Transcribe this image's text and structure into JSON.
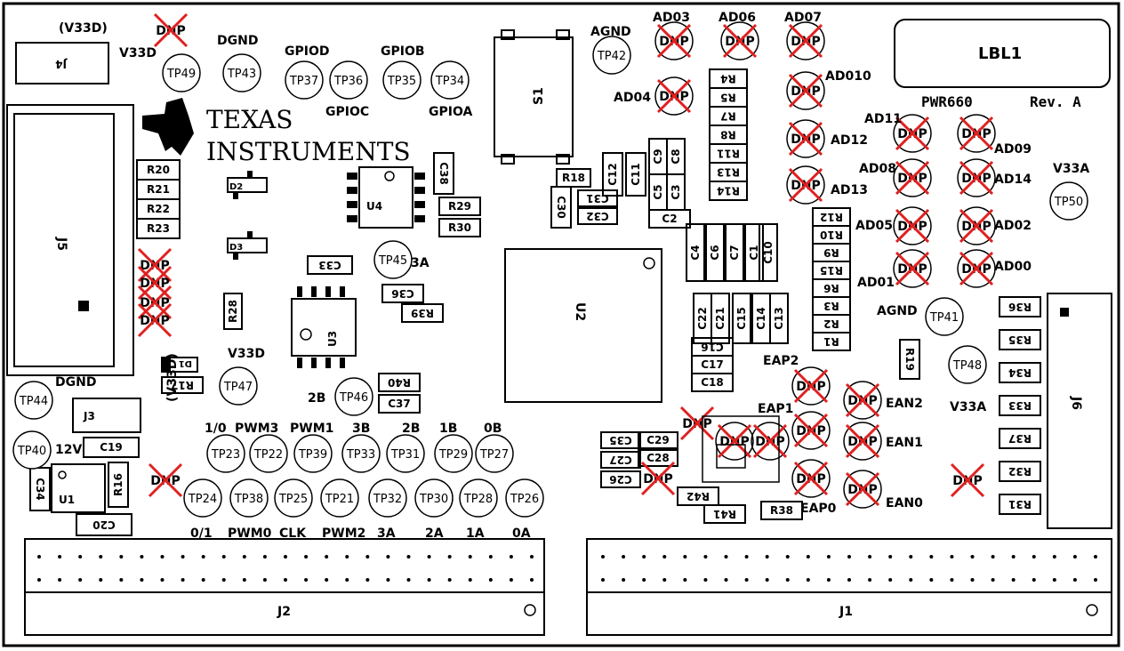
{
  "board": {
    "name": "PWR660",
    "revision": "Rev. A",
    "label": "LBL1",
    "logo_top": "TEXAS",
    "logo_bottom": "INSTRUMENTS"
  },
  "test_points": [
    {
      "id": "TP49",
      "label": "V33D"
    },
    {
      "id": "TP43",
      "label": "DGND"
    },
    {
      "id": "TP37",
      "label": "GPIOD"
    },
    {
      "id": "TP36",
      "label": "GPIOC"
    },
    {
      "id": "TP35",
      "label": "GPIOB"
    },
    {
      "id": "TP34",
      "label": "GPIOA"
    },
    {
      "id": "TP42",
      "label": "AGND"
    },
    {
      "id": "TP45",
      "label": "3A"
    },
    {
      "id": "TP47",
      "label": "V33D"
    },
    {
      "id": "TP46",
      "label": "2B"
    },
    {
      "id": "TP44",
      "label": "DGND"
    },
    {
      "id": "TP40",
      "label": "12V"
    },
    {
      "id": "TP41",
      "label": "AGND"
    },
    {
      "id": "TP48",
      "label": "V33A"
    },
    {
      "id": "TP50",
      "label": "V33A"
    },
    {
      "id": "TP23",
      "label": "1/0"
    },
    {
      "id": "TP22",
      "label": "PWM3"
    },
    {
      "id": "TP39",
      "label": "PWM1"
    },
    {
      "id": "TP33",
      "label": "3B"
    },
    {
      "id": "TP31",
      "label": "2B"
    },
    {
      "id": "TP29",
      "label": "1B"
    },
    {
      "id": "TP27",
      "label": "0B"
    },
    {
      "id": "TP24",
      "label": "0/1"
    },
    {
      "id": "TP38",
      "label": "PWM0"
    },
    {
      "id": "TP25",
      "label": "CLK"
    },
    {
      "id": "TP21",
      "label": "PWM2"
    },
    {
      "id": "TP32",
      "label": "3A"
    },
    {
      "id": "TP30",
      "label": "2A"
    },
    {
      "id": "TP28",
      "label": "1A"
    },
    {
      "id": "TP26",
      "label": "0A"
    }
  ],
  "dnp_label": "DNP",
  "adc_labels": [
    "AD03",
    "AD06",
    "AD07",
    "AD04",
    "AD010",
    "AD11",
    "AD12",
    "AD09",
    "AD08",
    "AD13",
    "AD14",
    "AD05",
    "AD02",
    "AD01",
    "AD00"
  ],
  "eap_labels": [
    "EAP2",
    "EAP1",
    "EAP0",
    "EAN2",
    "EAN1",
    "EAN0"
  ],
  "components": {
    "connectors": [
      "J1",
      "J2",
      "J3",
      "J4",
      "J5",
      "J6"
    ],
    "ics": [
      "U1",
      "U2",
      "U3",
      "U4"
    ],
    "switch": "S1",
    "diodes": [
      "D1",
      "D2",
      "D3"
    ],
    "labels_misc": [
      "(V33D)",
      "(V33D)",
      "12V"
    ]
  },
  "resistors_left": [
    "R20",
    "R21",
    "R22",
    "R23"
  ],
  "resistors_mid": [
    "R29",
    "R30",
    "R39",
    "R40",
    "R28",
    "R17",
    "R18",
    "R16"
  ],
  "resistors_stack_top": [
    "R4",
    "R5",
    "R7",
    "R8",
    "R11",
    "R13",
    "R14"
  ],
  "resistors_stack_mid": [
    "R12",
    "R10",
    "R9",
    "R15",
    "R6",
    "R3",
    "R2",
    "R1"
  ],
  "resistors_right": [
    "R36",
    "R35",
    "R34",
    "R33",
    "R37",
    "R32",
    "R31"
  ],
  "resistors_misc": [
    "R19",
    "R38",
    "R41",
    "R42"
  ],
  "capacitors": [
    "C1",
    "C2",
    "C3",
    "C4",
    "C5",
    "C6",
    "C7",
    "C8",
    "C9",
    "C10",
    "C11",
    "C12",
    "C13",
    "C14",
    "C15",
    "C16",
    "C17",
    "C18",
    "C19",
    "C20",
    "C21",
    "C22",
    "C26",
    "C27",
    "C28",
    "C29",
    "C30",
    "C31",
    "C32",
    "C33",
    "C34",
    "C35",
    "C36",
    "C37",
    "C38"
  ]
}
